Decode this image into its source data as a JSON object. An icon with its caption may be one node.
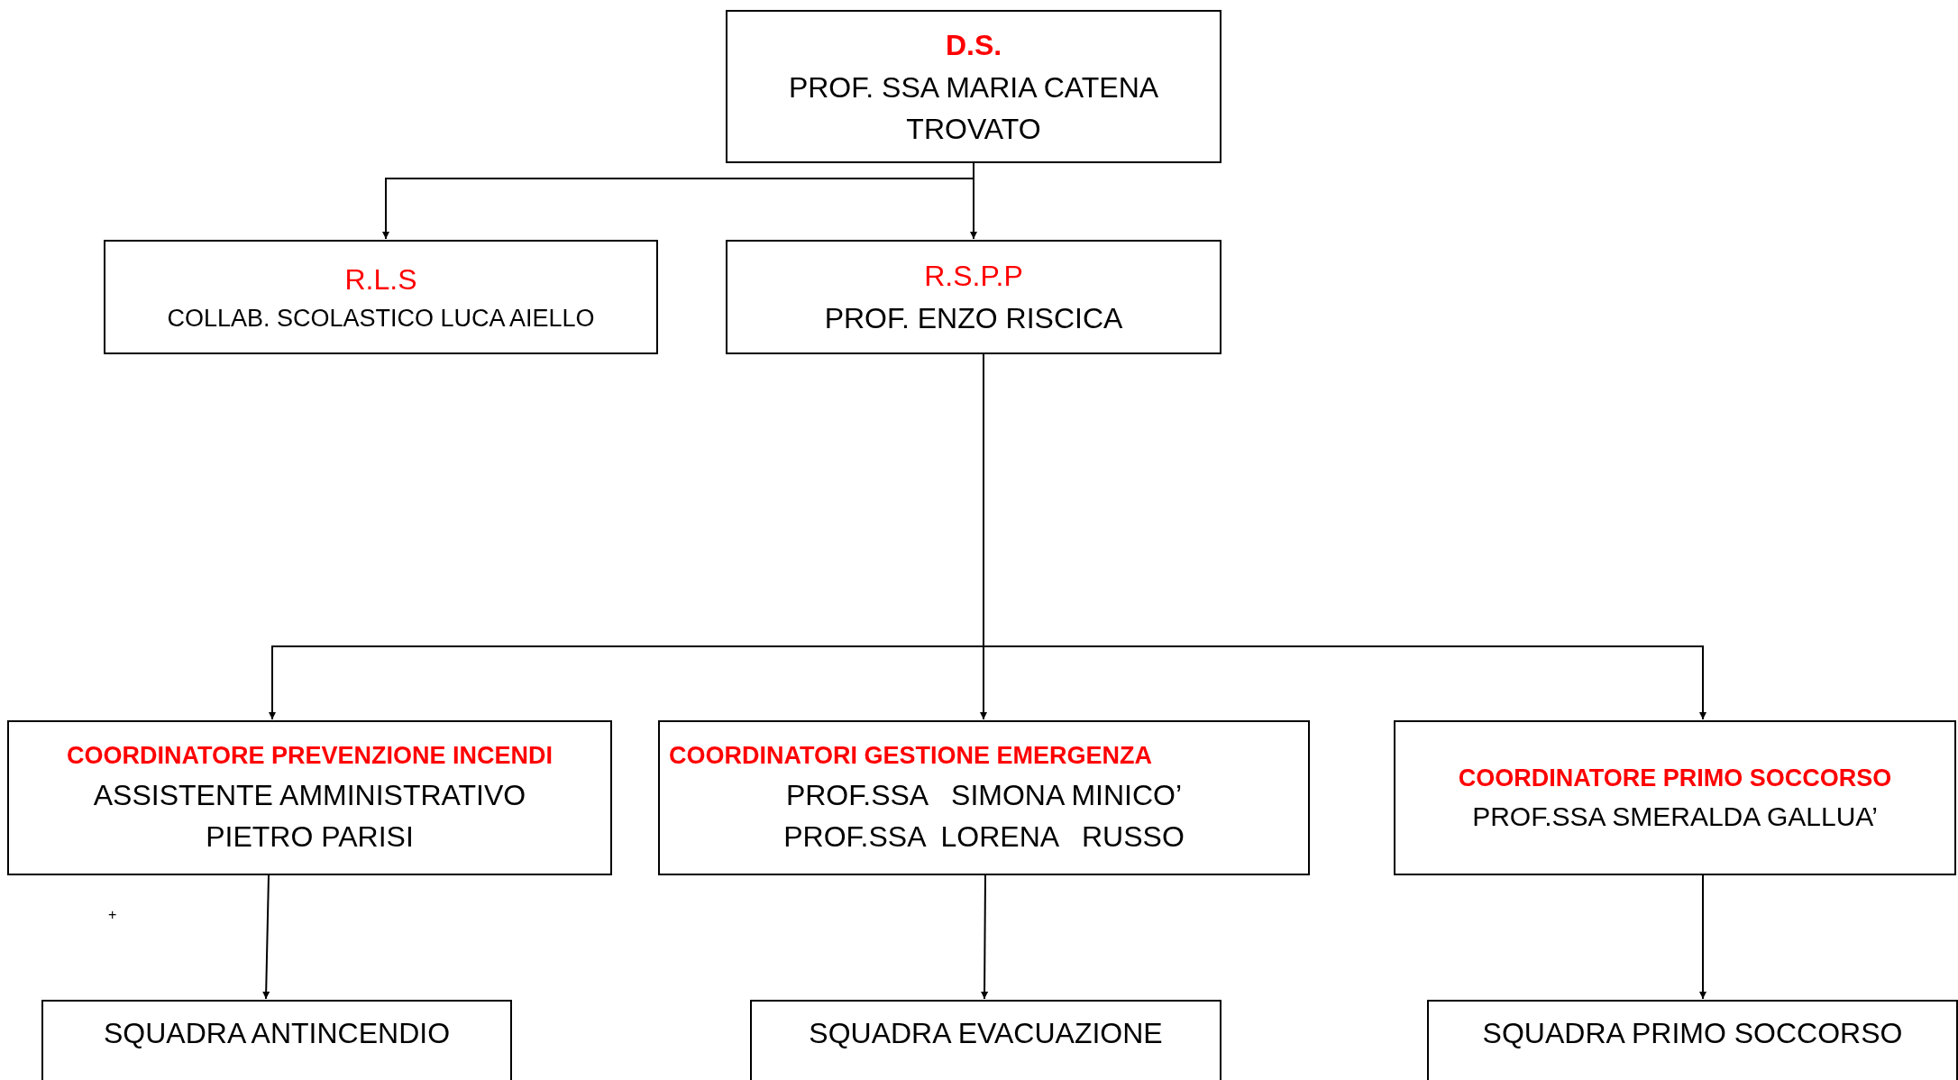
{
  "diagram": {
    "nodes": [
      {
        "text": [
          "D.S.",
          "PROF. SSA MARIA CATENA TROVATO"
        ]
      },
      {
        "text": [
          "R.L.S",
          "COLLAB. SCOLASTICO LUCA AIELLO"
        ]
      },
      {
        "text": [
          "R.S.P.P",
          "PROF. ENZO RISCICA"
        ]
      },
      {
        "text": [
          "COORDINATORE PREVENZIONE INCENDI",
          "ASSISTENTE AMMINISTRATIVO PIETRO PARISI"
        ]
      },
      {
        "text": [
          "COORDINATORI GESTIONE EMERGENZA",
          "PROF.SSA   SIMONA MINICO’ PROF.SSA  LORENA   RUSSO"
        ]
      },
      {
        "text": [
          "COORDINATORE PRIMO SOCCORSO",
          "PROF.SSA SMERALDA GALLUA’"
        ]
      },
      {
        "text": [
          "SQUADRA ANTINCENDIO"
        ]
      },
      {
        "text": [
          "SQUADRA EVACUAZIONE"
        ]
      },
      {
        "text": [
          "SQUADRA PRIMO SOCCORSO"
        ]
      }
    ],
    "edges": [
      {
        "from": 0,
        "to": 1,
        "arrow": "to"
      },
      {
        "from": 0,
        "to": 2,
        "arrow": "to"
      },
      {
        "from": 2,
        "to": 3,
        "arrow": "to"
      },
      {
        "from": 2,
        "to": 4,
        "arrow": "to"
      },
      {
        "from": 2,
        "to": 5,
        "arrow": "to"
      },
      {
        "from": 3,
        "to": 6,
        "arrow": "to"
      },
      {
        "from": 4,
        "to": 7,
        "arrow": "to"
      },
      {
        "from": 5,
        "to": 8,
        "arrow": "to"
      }
    ],
    "labels": [
      "+"
    ]
  }
}
